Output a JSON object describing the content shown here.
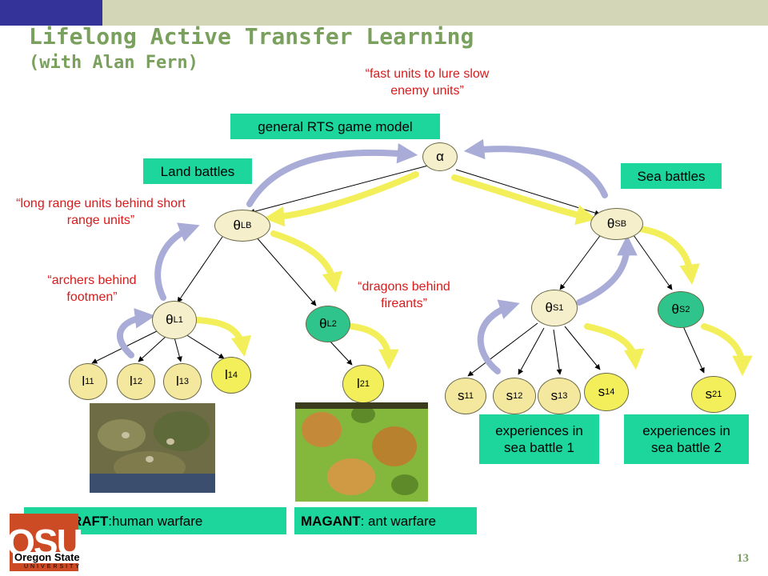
{
  "title": "Lifelong Active Transfer Learning",
  "subtitle": "(with Alan Fern)",
  "quotes": {
    "fast_units": "“fast units to lure slow enemy units”",
    "long_range": "“long range units behind short range units”",
    "archers": "“archers behind footmen”",
    "dragons": "“dragons behind fireants”"
  },
  "labels": {
    "general_model": "general RTS game model",
    "land_battles": "Land battles",
    "sea_battles": "Sea battles",
    "sea_exp_1": "experiences in sea battle 1",
    "sea_exp_2": "experiences in sea battle 2",
    "warcraft_bold": "WARCRAFT",
    "warcraft_rest": ":human warfare",
    "magant_bold": "MAGANT",
    "magant_rest": ": ant warfare"
  },
  "nodes": {
    "alpha": "α",
    "theta": "θ",
    "theta_lb_sub": "LB",
    "theta_sb_sub": "SB",
    "theta_l1_sub": "L1",
    "theta_l2_sub": "L2",
    "theta_s1_sub": "S1",
    "theta_s2_sub": "S2",
    "l_char": "l",
    "s_char": "s",
    "sub_11": "11",
    "sub_12": "12",
    "sub_13": "13",
    "sub_14": "14",
    "sub_21": "21"
  },
  "logo": {
    "mark": "OSU",
    "name": "Oregon State",
    "university": "UNIVERSITY"
  },
  "page_number": "13",
  "colors": {
    "title": "#7aa05e",
    "quote": "#d81b1b",
    "label_bg": "#1dd69c",
    "node_green": "#2fc48b",
    "arrow_blue": "#a8acd6",
    "arrow_yellow": "#f2ef5a"
  }
}
